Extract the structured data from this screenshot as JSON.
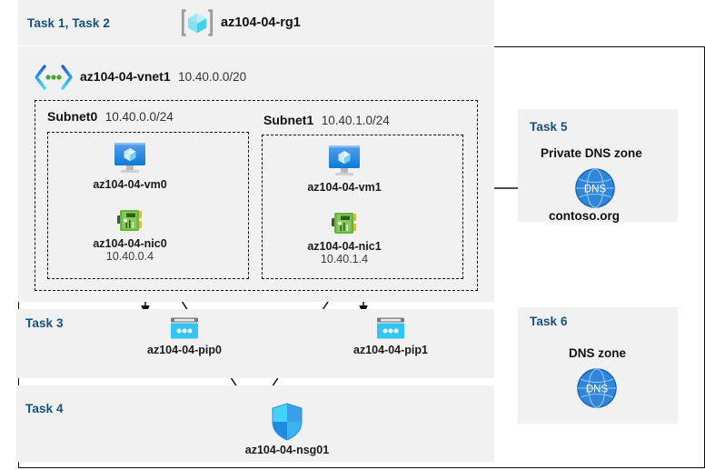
{
  "diagram": {
    "title": "Azure AZ-104 Lab 04 architecture",
    "colors": {
      "task_label": "#14517f",
      "panel_bg": "#f1f1f1",
      "page_bg": "#ffffff",
      "border": "#0d0d0d",
      "vm_blue": "#2f8ee0",
      "nic_green": "#63a844",
      "pip_cyan": "#32c5f4",
      "nsg_blue": "#2c9ff0",
      "dns_blue": "#2a7fd4"
    }
  },
  "resource_group": {
    "task_label": "Task 1, Task 2",
    "icon": "resource-group-icon",
    "name": "az104-04-rg1"
  },
  "vnet": {
    "icon": "virtual-network-icon",
    "name": "az104-04-vnet1",
    "address_space": "10.40.0.0/20"
  },
  "subnets": [
    {
      "name": "Subnet0",
      "address_prefix": "10.40.0.0/24",
      "vm": {
        "icon": "virtual-machine-icon",
        "name": "az104-04-vm0"
      },
      "nic": {
        "icon": "network-interface-icon",
        "name": "az104-04-nic0",
        "ip": "10.40.0.4"
      }
    },
    {
      "name": "Subnet1",
      "address_prefix": "10.40.1.0/24",
      "vm": {
        "icon": "virtual-machine-icon",
        "name": "az104-04-vm1"
      },
      "nic": {
        "icon": "network-interface-icon",
        "name": "az104-04-nic1",
        "ip": "10.40.1.4"
      }
    }
  ],
  "task3": {
    "task_label": "Task 3",
    "public_ips": [
      {
        "icon": "public-ip-address-icon",
        "name": "az104-04-pip0"
      },
      {
        "icon": "public-ip-address-icon",
        "name": "az104-04-pip1"
      }
    ]
  },
  "task4": {
    "task_label": "Task 4",
    "nsg": {
      "icon": "network-security-group-icon",
      "name": "az104-04-nsg01"
    }
  },
  "task5": {
    "task_label": "Task 5",
    "title": "Private DNS zone",
    "icon": "dns-zone-icon",
    "icon_text": "DNS",
    "zone_name": "contoso.org"
  },
  "task6": {
    "task_label": "Task 6",
    "title": "DNS zone",
    "icon": "dns-zone-icon",
    "icon_text": "DNS"
  },
  "connections": [
    {
      "from": "az104-04-nic0",
      "to": "az104-04-pip0",
      "style": "arrow"
    },
    {
      "from": "az104-04-nic0",
      "to": "az104-04-nsg01",
      "style": "arrow"
    },
    {
      "from": "az104-04-nic1",
      "to": "az104-04-pip1",
      "style": "arrow"
    },
    {
      "from": "az104-04-nic1",
      "to": "az104-04-nsg01",
      "style": "arrow"
    },
    {
      "from": "contoso.org",
      "to": "az104-04-vm1",
      "style": "arrow"
    }
  ]
}
